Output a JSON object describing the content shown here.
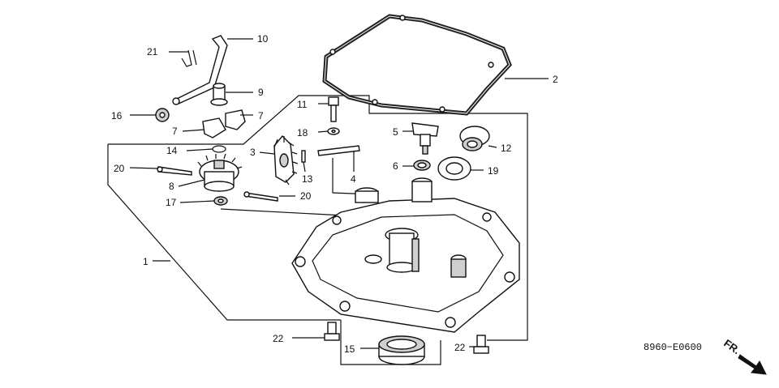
{
  "callouts": {
    "c1": "1",
    "c2": "2",
    "c3": "3",
    "c4": "4",
    "c5": "5",
    "c6": "6",
    "c7a": "7",
    "c7b": "7",
    "c8": "8",
    "c9": "9",
    "c10": "10",
    "c11": "11",
    "c12": "12",
    "c13": "13",
    "c14": "14",
    "c15": "15",
    "c16": "16",
    "c17": "17",
    "c18": "18",
    "c19": "19",
    "c20a": "20",
    "c20b": "20",
    "c21": "21",
    "c22a": "22",
    "c22b": "22"
  },
  "diagram_code": "8960−E0600",
  "front_marker": "FR."
}
